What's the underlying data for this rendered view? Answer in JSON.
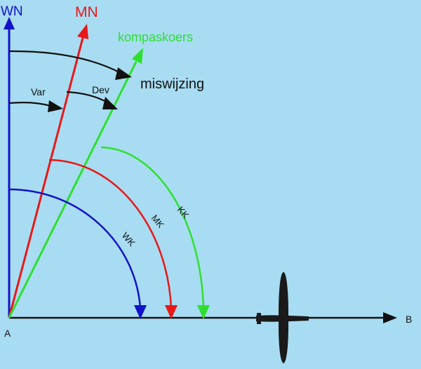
{
  "colors": {
    "background": "#a8dcf2",
    "true_north": "#1212c8",
    "magnetic_north": "#e81818",
    "compass_course": "#2ee02e",
    "arrow_black": "#111111",
    "aircraft": "#1a1a1a"
  },
  "labels": {
    "wn": "WN",
    "mn": "MN",
    "kompaskoers": "kompaskoers",
    "miswijzing": "miswijzing",
    "var": "Var",
    "dev": "Dev",
    "kk": "KK",
    "mk": "MK",
    "wk": "WK",
    "point_a": "A",
    "point_b": "B"
  },
  "icons": {
    "aircraft": "glider-icon"
  }
}
